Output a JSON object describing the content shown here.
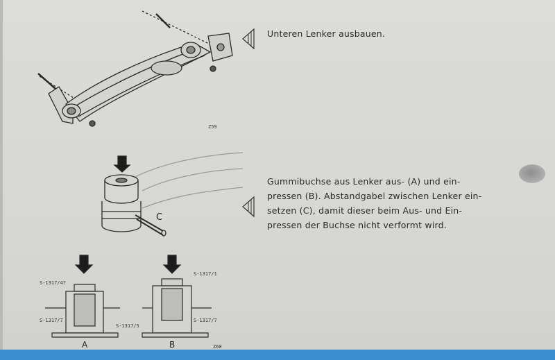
{
  "page": {
    "accent_bar_color": "#3b8fd0"
  },
  "step1": {
    "caption": "Unteren Lenker ausbauen.",
    "figure_code": "Z59"
  },
  "step2": {
    "caption_lines": [
      "Gummibuchse aus Lenker aus- (A) und ein-",
      "pressen (B). Abstandgabel zwischen Lenker ein-",
      "setzen (C), damit dieser beim Aus- und Ein-",
      "pressen der Buchse nicht verformt wird."
    ],
    "fork_label": "C"
  },
  "step3": {
    "figure_a": {
      "label": "A",
      "tool_top": "S-1317/4?",
      "tool_mid": "S-1317/7",
      "tool_base": "S-1317/5"
    },
    "figure_b": {
      "label": "B",
      "tool_top": "S-1317/1",
      "tool_mid": "S-1317/7"
    },
    "figure_code": "Z60"
  },
  "icons": {
    "pointer": "triangle-pointer-icon",
    "press_arrow": "down-arrow-icon"
  }
}
